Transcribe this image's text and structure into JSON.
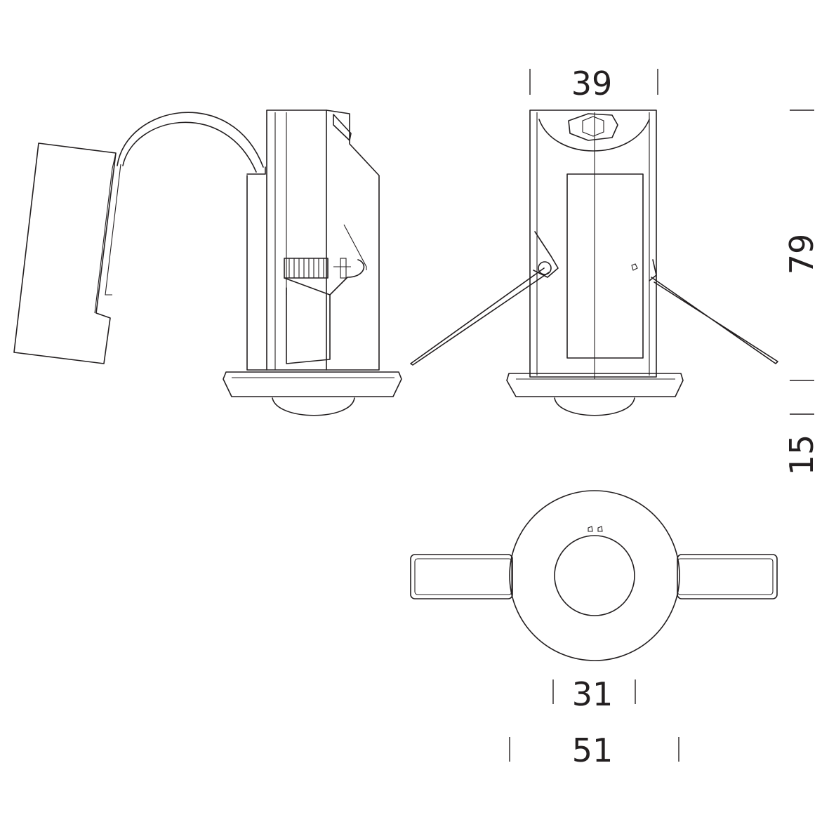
{
  "drawing": {
    "stroke_color": "#231f20",
    "background": "#ffffff"
  },
  "dimensions": {
    "width_top": "39",
    "height_body": "79",
    "height_lens": "15",
    "diameter_inner": "31",
    "diameter_outer": "51"
  }
}
